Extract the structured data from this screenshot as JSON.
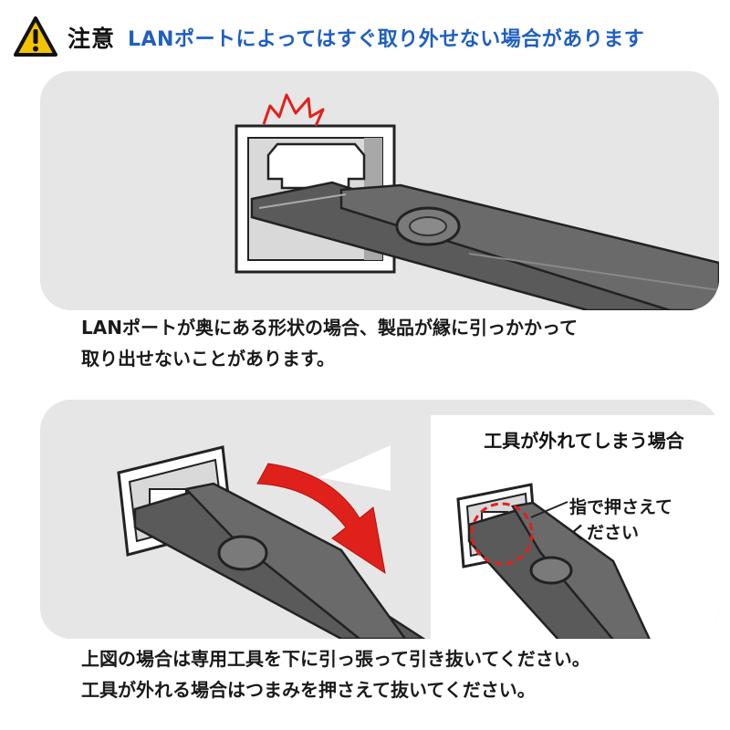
{
  "header": {
    "warning_label": "注意",
    "headline": "LANポートによってはすぐ取り外せない場合があります"
  },
  "panel1": {
    "caption_line1": "LANポートが奥にある形状の場合、製品が縁に引っかかって",
    "caption_line2": "取り出せないことがあります。"
  },
  "panel2": {
    "inset_title": "工具が外れてしまう場合",
    "inset_note_line1": "指で押さえて",
    "inset_note_line2": "ください",
    "caption_line1": "上図の場合は専用工具を下に引っ張って引き抜いてください。",
    "caption_line2": "工具が外れる場合はつまみを押さえて抜いてください。"
  },
  "colors": {
    "headline": "#1f5fbf",
    "warning_yellow": "#f2c400",
    "panel_bg": "#e6e6e6",
    "tool_gray": "#5a5a5a",
    "arrow_red": "#e0201b"
  },
  "icons": [
    "warning-triangle-icon",
    "impact-burst-icon",
    "pull-down-arrow-icon"
  ]
}
